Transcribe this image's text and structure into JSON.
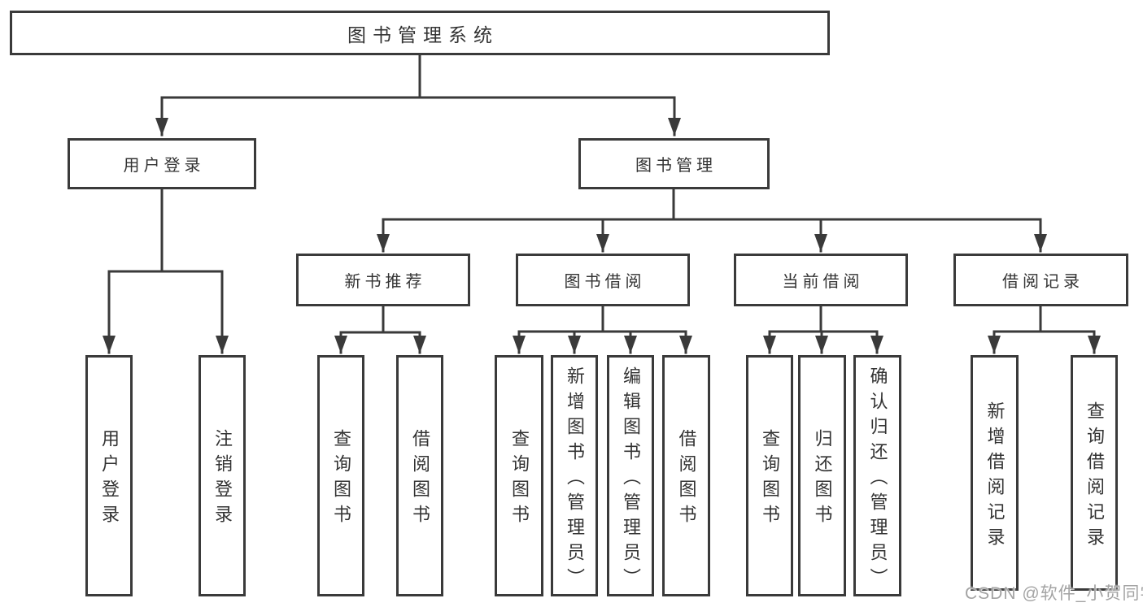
{
  "diagram": {
    "root": {
      "label": "图书管理系统"
    },
    "branches": [
      {
        "label": "用户登录",
        "children": [
          {
            "label": "用户登录"
          },
          {
            "label": "注销登录"
          }
        ]
      },
      {
        "label": "图书管理",
        "children": [
          {
            "label": "新书推荐",
            "children": [
              {
                "label": "查询图书"
              },
              {
                "label": "借阅图书"
              }
            ]
          },
          {
            "label": "图书借阅",
            "children": [
              {
                "label": "查询图书"
              },
              {
                "label": "新增图书（管理员）"
              },
              {
                "label": "编辑图书（管理员）"
              },
              {
                "label": "借阅图书"
              }
            ]
          },
          {
            "label": "当前借阅",
            "children": [
              {
                "label": "查询图书"
              },
              {
                "label": "归还图书"
              },
              {
                "label": "确认归还（管理员）"
              }
            ]
          },
          {
            "label": "借阅记录",
            "children": [
              {
                "label": "新增借阅记录"
              },
              {
                "label": "查询借阅记录"
              }
            ]
          }
        ]
      }
    ]
  },
  "watermark": {
    "label": "CSDN @软件_小贺同学"
  },
  "colors": {
    "line": "#3a3a3a",
    "text": "#333333",
    "watermark": "#a3a3a3",
    "node_fill": "#ffffff",
    "background": "#ffffff"
  }
}
